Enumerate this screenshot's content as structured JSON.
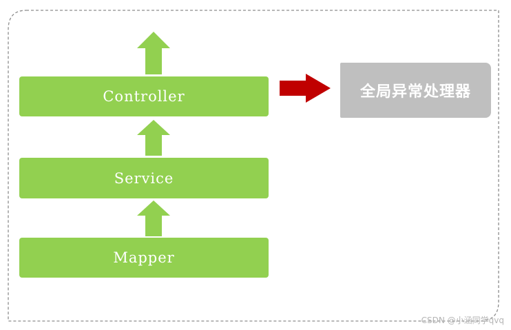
{
  "diagram": {
    "layers": {
      "controller": "Controller",
      "service": "Service",
      "mapper": "Mapper"
    },
    "handler_label": "全局异常处理器",
    "colors": {
      "layer": "#92d050",
      "arrow_up": "#92d050",
      "arrow_right": "#c00000",
      "handler": "#bfbfbf",
      "frame": "#8c8c8c"
    }
  },
  "watermark": "CSDN @小涵同学qvq"
}
